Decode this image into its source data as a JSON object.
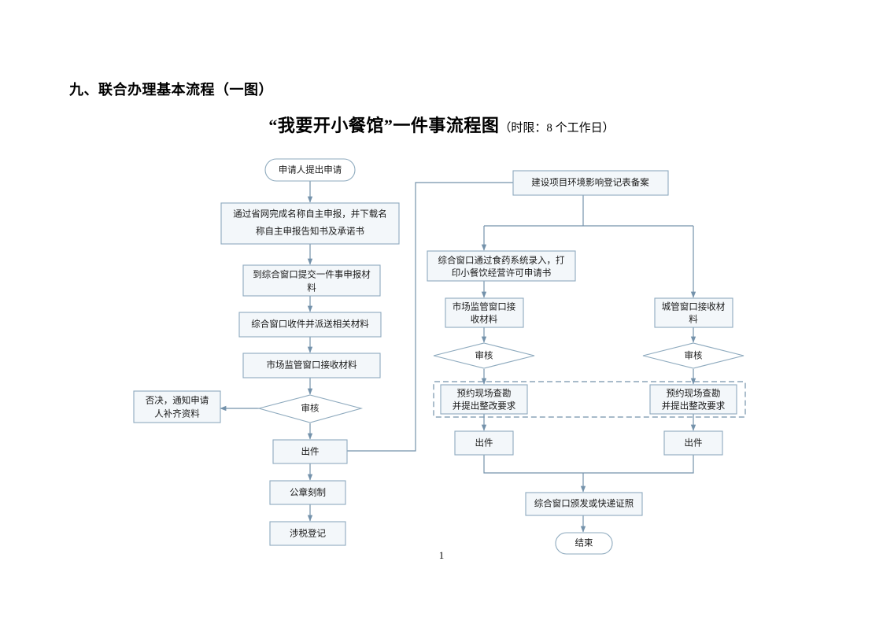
{
  "document": {
    "section_heading": "九、联合办理基本流程（一图）",
    "chart_title_main": "“我要开小餐馆”一件事流程图",
    "chart_title_sub": "（时限：8 个工作日）",
    "page_number": "1"
  },
  "theme": {
    "node_fill": "#f3f7fa",
    "node_stroke": "#8eaabe",
    "connector_stroke": "#7492ab",
    "text_color": "#1a1a1a",
    "page_background": "#ffffff"
  },
  "chart_data": {
    "type": "diagram",
    "title": "“我要开小餐馆”一件事流程图",
    "subtitle": "（时限：8 个工作日）",
    "orientation": "top-to-bottom",
    "nodes": [
      {
        "id": "start",
        "shape": "terminator",
        "lines": [
          "申请人提出申请"
        ]
      },
      {
        "id": "name_declare",
        "shape": "process",
        "lines": [
          "通过省网完成名称自主申报，并下载名",
          "称自主申报告知书及承诺书"
        ]
      },
      {
        "id": "submit",
        "shape": "process",
        "lines": [
          "到综合窗口提交一件事申报材",
          "料"
        ]
      },
      {
        "id": "accept_send",
        "shape": "process",
        "lines": [
          "综合窗口收件并派送相关材料"
        ]
      },
      {
        "id": "market_recv",
        "shape": "process",
        "lines": [
          "市场监管窗口接收材料"
        ]
      },
      {
        "id": "review_main",
        "shape": "decision",
        "lines": [
          "审核"
        ]
      },
      {
        "id": "reject",
        "shape": "process",
        "lines": [
          "否决，通知申请",
          "人补齐资料"
        ]
      },
      {
        "id": "issue_main",
        "shape": "process",
        "lines": [
          "出件"
        ]
      },
      {
        "id": "seal",
        "shape": "process",
        "lines": [
          "公章刻制"
        ]
      },
      {
        "id": "tax",
        "shape": "process",
        "lines": [
          "涉税登记"
        ]
      },
      {
        "id": "env_record",
        "shape": "process",
        "lines": [
          "建设项目环境影响登记表备案"
        ]
      },
      {
        "id": "food_system",
        "shape": "process",
        "lines": [
          "综合窗口通过食药系统录入，打",
          "印小餐饮经营许可申请书"
        ]
      },
      {
        "id": "market_win",
        "shape": "process",
        "lines": [
          "市场监管窗口接",
          "收材料"
        ]
      },
      {
        "id": "city_win",
        "shape": "process",
        "lines": [
          "城管窗口接收材",
          "料"
        ]
      },
      {
        "id": "review_left",
        "shape": "decision",
        "lines": [
          "审核"
        ]
      },
      {
        "id": "review_right",
        "shape": "decision",
        "lines": [
          "审核"
        ]
      },
      {
        "id": "survey_left",
        "shape": "process",
        "lines": [
          "预约现场查勘",
          "并提出整改要求"
        ]
      },
      {
        "id": "survey_right",
        "shape": "process",
        "lines": [
          "预约现场查勘",
          "并提出整改要求"
        ]
      },
      {
        "id": "issue_left",
        "shape": "process",
        "lines": [
          "出件"
        ]
      },
      {
        "id": "issue_right",
        "shape": "process",
        "lines": [
          "出件"
        ]
      },
      {
        "id": "deliver",
        "shape": "process",
        "lines": [
          "综合窗口颁发或快递证照"
        ]
      },
      {
        "id": "end",
        "shape": "terminator",
        "lines": [
          "结束"
        ]
      }
    ],
    "edges": [
      {
        "from": "start",
        "to": "name_declare"
      },
      {
        "from": "name_declare",
        "to": "submit"
      },
      {
        "from": "submit",
        "to": "accept_send"
      },
      {
        "from": "accept_send",
        "to": "market_recv"
      },
      {
        "from": "market_recv",
        "to": "review_main"
      },
      {
        "from": "review_main",
        "to": "reject"
      },
      {
        "from": "review_main",
        "to": "issue_main"
      },
      {
        "from": "issue_main",
        "to": "seal"
      },
      {
        "from": "seal",
        "to": "tax"
      },
      {
        "from": "issue_main",
        "to": "env_record"
      },
      {
        "from": "env_record",
        "to": "food_system"
      },
      {
        "from": "env_record",
        "to": "city_win"
      },
      {
        "from": "food_system",
        "to": "market_win"
      },
      {
        "from": "market_win",
        "to": "review_left"
      },
      {
        "from": "city_win",
        "to": "review_right"
      },
      {
        "from": "review_left",
        "to": "survey_left"
      },
      {
        "from": "review_right",
        "to": "survey_right"
      },
      {
        "from": "survey_left",
        "to": "issue_left"
      },
      {
        "from": "survey_right",
        "to": "issue_right"
      },
      {
        "from": "issue_left",
        "to": "deliver"
      },
      {
        "from": "issue_right",
        "to": "deliver"
      },
      {
        "from": "deliver",
        "to": "end"
      }
    ],
    "groups": [
      {
        "id": "survey-group",
        "style": "dashed",
        "members": [
          "survey_left",
          "survey_right"
        ]
      }
    ]
  }
}
